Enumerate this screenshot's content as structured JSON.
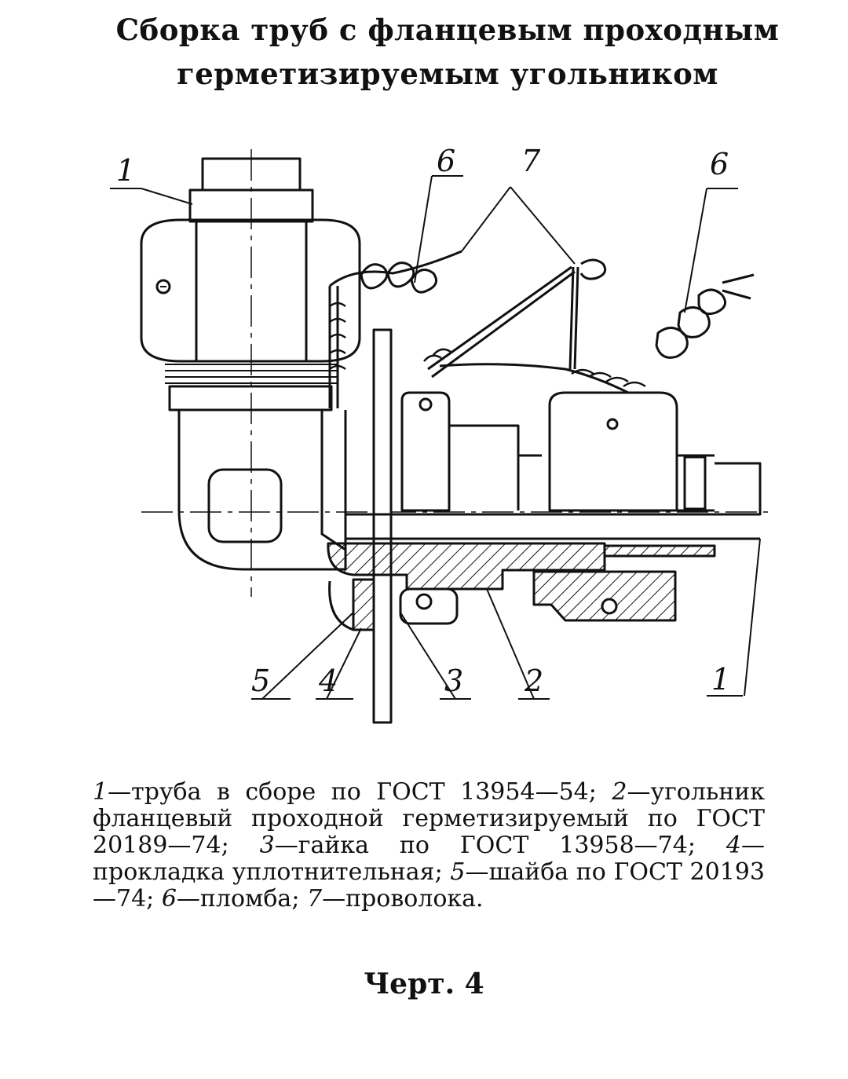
{
  "title": {
    "line1": "Сборка труб с фланцевым проходным",
    "line2": "герметизируемым угольником"
  },
  "callouts": {
    "top_left_1": "1",
    "top_6_a": "6",
    "top_7": "7",
    "top_6_b": "6",
    "bottom_5": "5",
    "bottom_4": "4",
    "bottom_3": "3",
    "bottom_2": "2",
    "bottom_1": "1"
  },
  "legend": [
    {
      "num": "1",
      "text": "—труба  в сборе по ГОСТ 13954—54; "
    },
    {
      "num": "2",
      "text": "—угольник фланцевый проходной герметизируемый по ГОСТ 20189—74; "
    },
    {
      "num": "3",
      "text": "—гайка по ГОСТ 13958—74; "
    },
    {
      "num": "4",
      "text": "—прокладка уплотнительная; "
    },
    {
      "num": "5",
      "text": "—шайба по ГОСТ 20193—74; "
    },
    {
      "num": "6",
      "text": "—пломба; "
    },
    {
      "num": "7",
      "text": "—проволока."
    }
  ],
  "figure_label": "Черт. 4"
}
